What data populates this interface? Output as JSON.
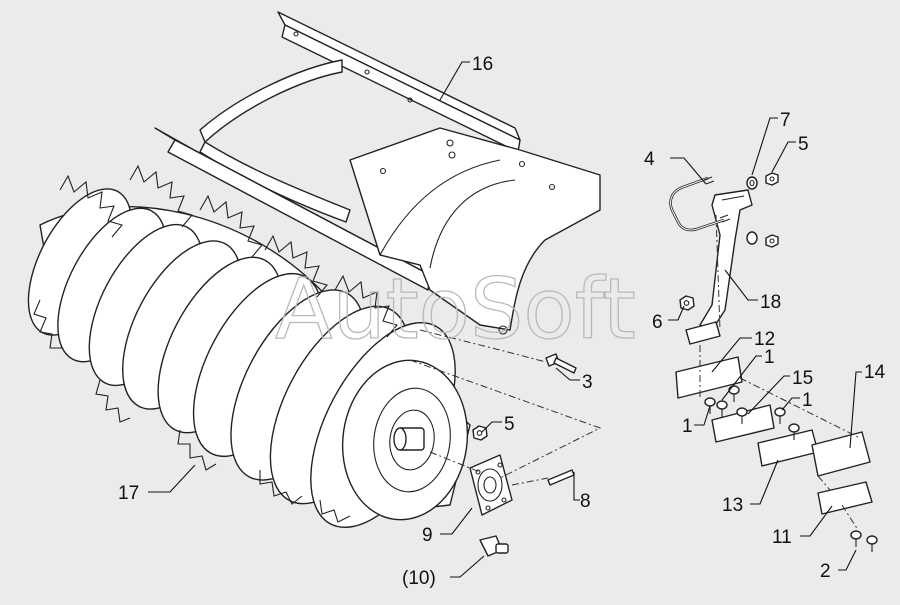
{
  "watermark": "AutoSoft",
  "callouts": {
    "c16": "16",
    "c4": "4",
    "c7": "7",
    "c5a": "5",
    "c18": "18",
    "c6": "6",
    "c12": "12",
    "c1a": "1",
    "c15": "15",
    "c1b": "1",
    "c1c": "1",
    "c14": "14",
    "c3": "3",
    "c5b": "5",
    "c17": "17",
    "c8": "8",
    "c9": "9",
    "c13": "13",
    "c11": "11",
    "c2": "2",
    "c10": "(10)"
  }
}
